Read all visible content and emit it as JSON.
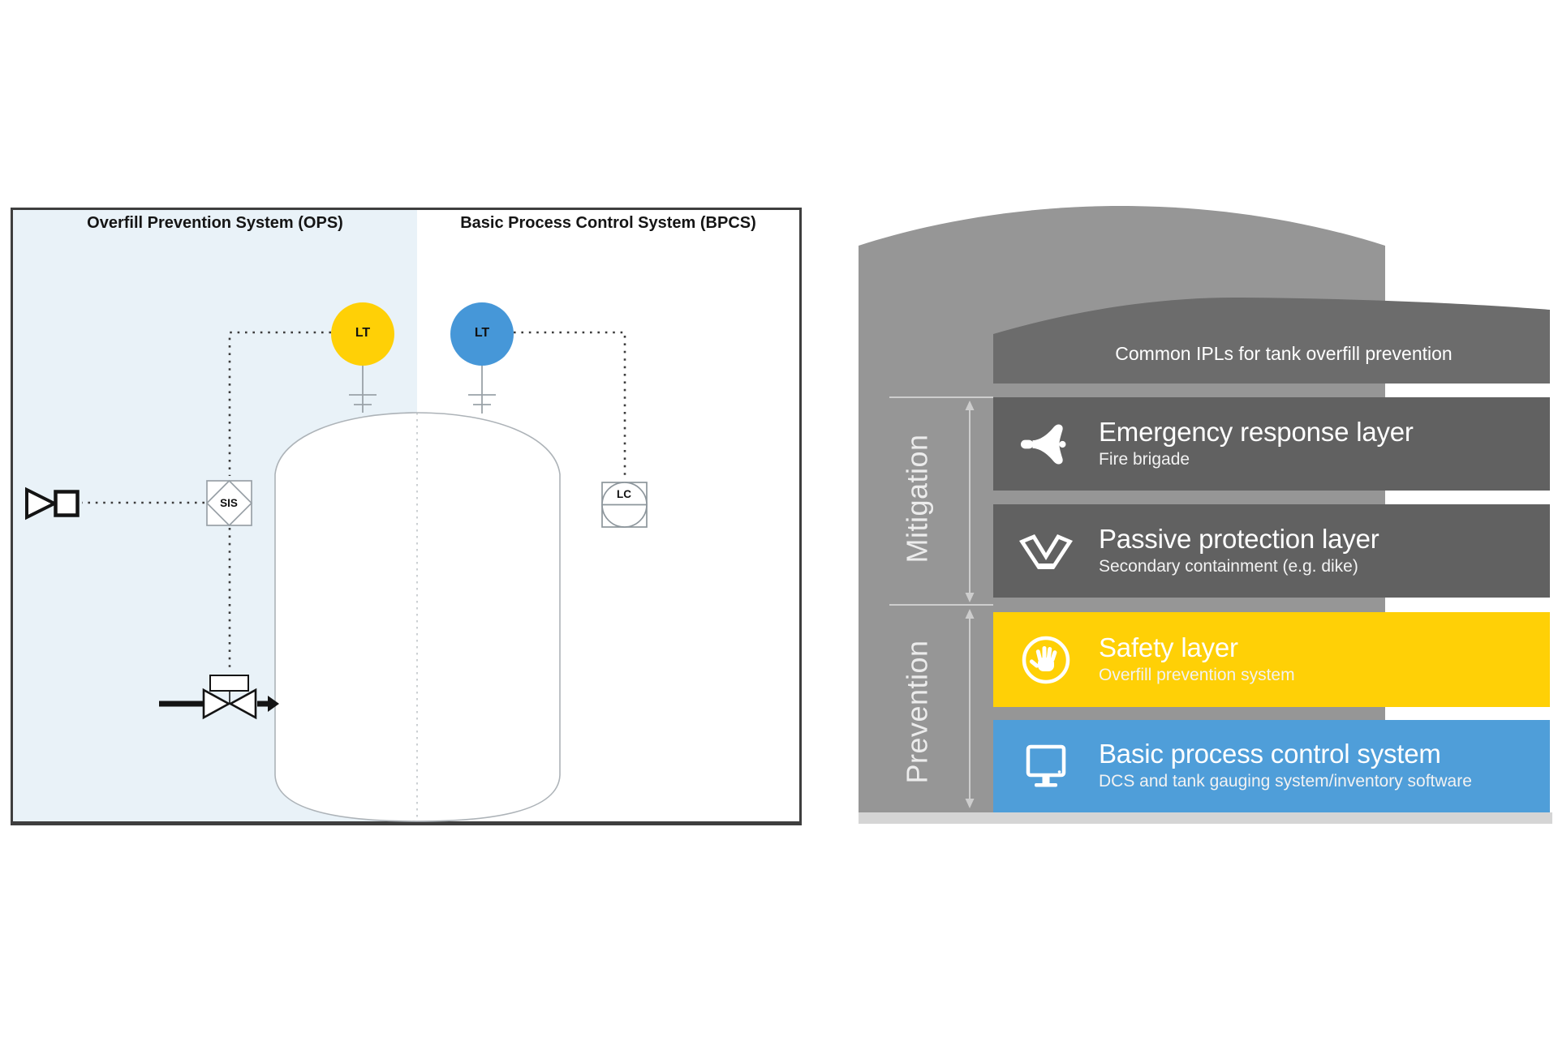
{
  "left_diagram": {
    "ops_title": "Overfill Prevention System (OPS)",
    "bpcs_title": "Basic Process Control System (BPCS)",
    "instruments": {
      "lt_ops": "LT",
      "lt_bpcs": "LT",
      "sis": "SIS",
      "lc": "LC"
    },
    "colors": {
      "ops_bg": "#e9f2f8",
      "lt_ops_fill": "#ffd006",
      "lt_bpcs_fill": "#4697d8"
    }
  },
  "right_diagram": {
    "title": "Common IPLs for tank overfill prevention",
    "axis_labels": [
      {
        "label": "Mitigation"
      },
      {
        "label": "Prevention"
      }
    ],
    "layers": [
      {
        "title": "Emergency response layer",
        "subtitle": "Fire brigade",
        "icon": "megaphone-icon",
        "bg": "#616161"
      },
      {
        "title": "Passive protection layer",
        "subtitle": "Secondary containment (e.g. dike)",
        "icon": "dike-icon",
        "bg": "#616161"
      },
      {
        "title": "Safety layer",
        "subtitle": "Overfill prevention system",
        "icon": "hand-stop-icon",
        "bg": "#ffd006"
      },
      {
        "title": "Basic process control system",
        "subtitle": "DCS and tank gauging system/inventory software",
        "icon": "monitor-icon",
        "bg": "#4f9ed9"
      }
    ],
    "colors": {
      "tank_gray": "#969696",
      "title_band": "#6c6c6c",
      "bottom_strip": "#d5d5d5",
      "dimension_lines": "#cdcdcd"
    }
  }
}
